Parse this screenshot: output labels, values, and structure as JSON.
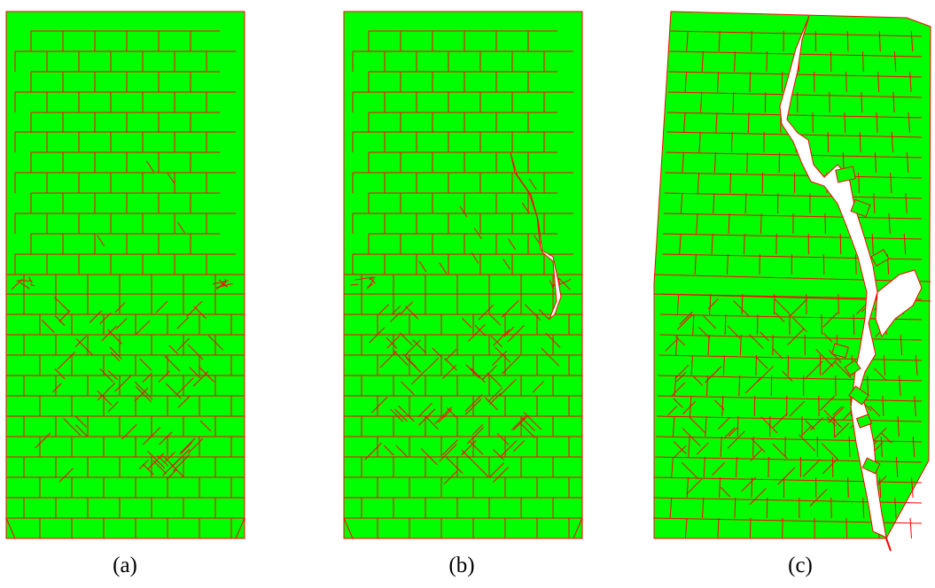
{
  "figure": {
    "panels": [
      {
        "label": "(a)",
        "state": "intact"
      },
      {
        "label": "(b)",
        "state": "single-crack"
      },
      {
        "label": "(c)",
        "state": "failed"
      }
    ]
  },
  "colors": {
    "block_fill": "#00ff00",
    "joint_line": "#ff0000",
    "background": "#ffffff",
    "label_text": "#000000"
  }
}
